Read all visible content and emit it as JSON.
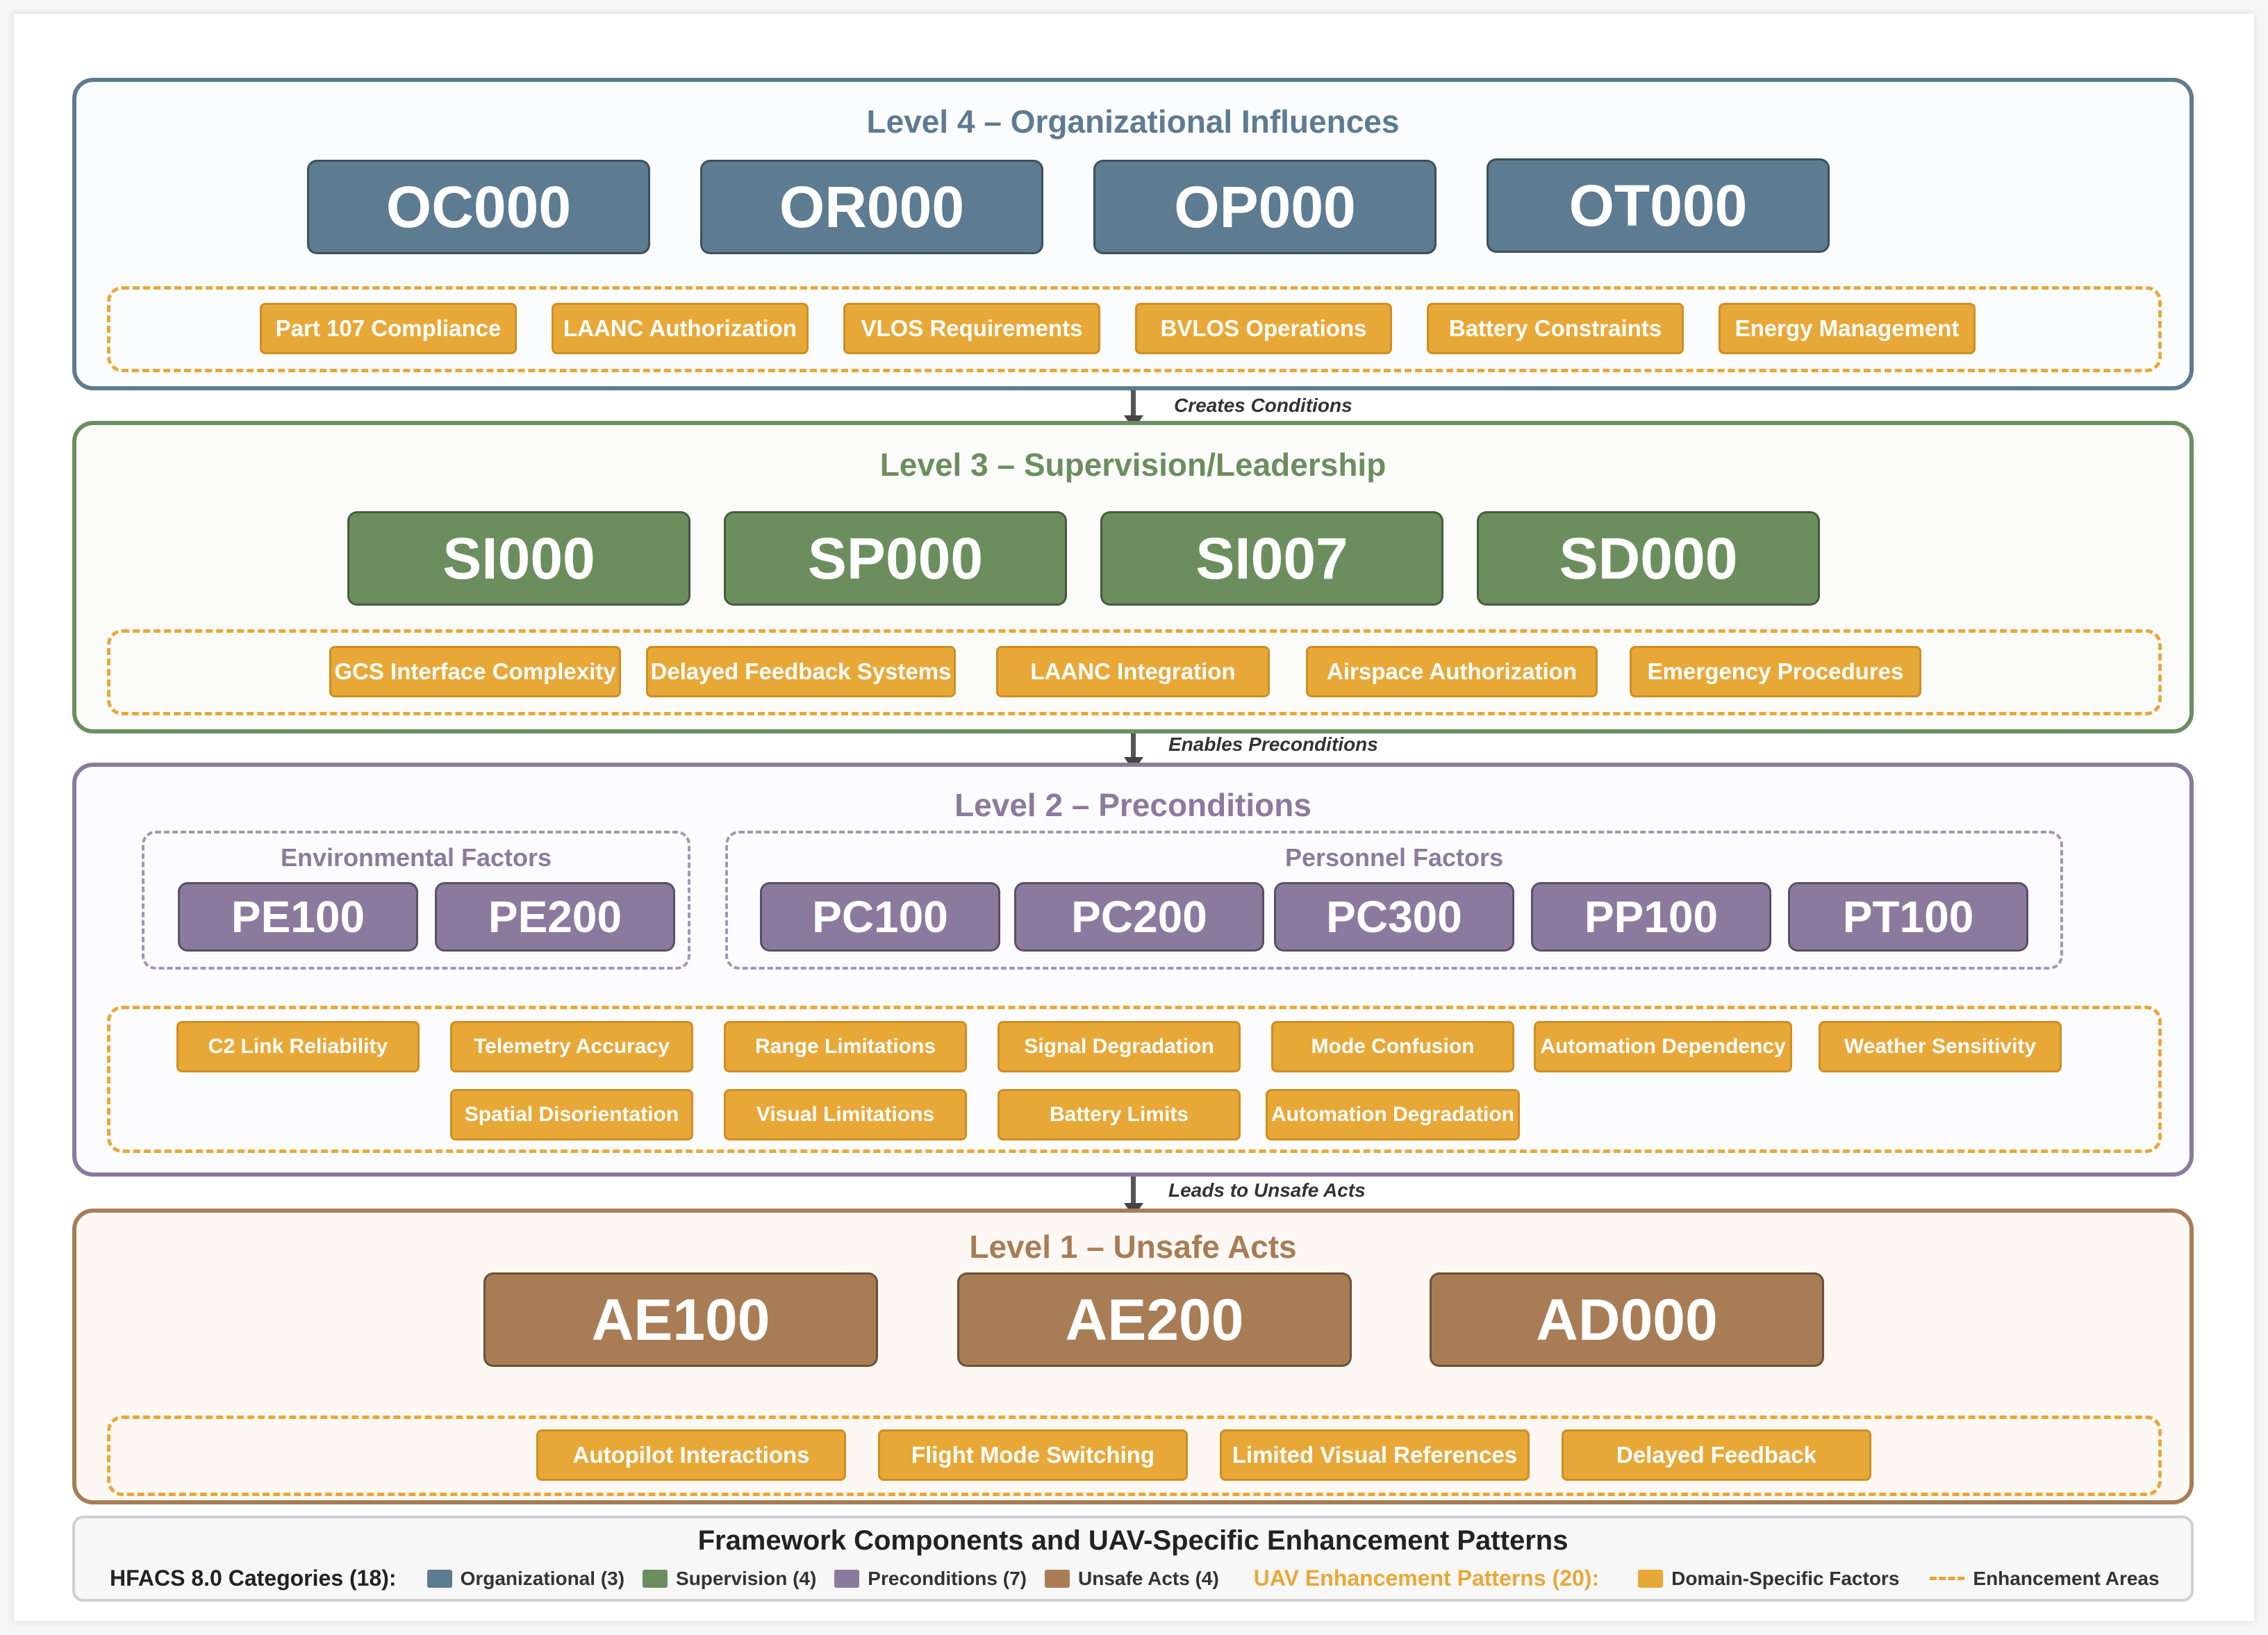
{
  "colors": {
    "organizational": "#5d7b91",
    "supervision": "#6c8e5e",
    "preconditions": "#8c7a9e",
    "unsafe_acts": "#a87d56",
    "enhancement": "#e8a838"
  },
  "level4": {
    "title": "Level 4 – Organizational Influences",
    "codes": [
      "OC000",
      "OR000",
      "OP000",
      "OT000"
    ],
    "patterns": [
      "Part 107 Compliance",
      "LAANC Authorization",
      "VLOS Requirements",
      "BVLOS Operations",
      "Battery Constraints",
      "Energy Management"
    ]
  },
  "arrow1": "Creates Conditions",
  "level3": {
    "title": "Level 3 – Supervision/Leadership",
    "codes": [
      "SI000",
      "SP000",
      "SI007",
      "SD000"
    ],
    "patterns": [
      "GCS Interface Complexity",
      "Delayed Feedback Systems",
      "LAANC Integration",
      "Airspace Authorization",
      "Emergency Procedures"
    ]
  },
  "arrow2": "Enables Preconditions",
  "level2": {
    "title": "Level 2 – Preconditions",
    "env_title": "Environmental Factors",
    "env_codes": [
      "PE100",
      "PE200"
    ],
    "pers_title": "Personnel Factors",
    "pers_codes": [
      "PC100",
      "PC200",
      "PC300",
      "PP100",
      "PT100"
    ],
    "patterns_row1": [
      "C2 Link Reliability",
      "Telemetry Accuracy",
      "Range Limitations",
      "Signal Degradation",
      "Mode Confusion",
      "Automation Dependency",
      "Weather Sensitivity"
    ],
    "patterns_row2": [
      "Spatial Disorientation",
      "Visual Limitations",
      "Battery Limits",
      "Automation Degradation"
    ]
  },
  "arrow3": "Leads to Unsafe Acts",
  "level1": {
    "title": "Level 1 – Unsafe Acts",
    "codes": [
      "AE100",
      "AE200",
      "AD000"
    ],
    "patterns": [
      "Autopilot Interactions",
      "Flight Mode Switching",
      "Limited Visual References",
      "Delayed Feedback"
    ]
  },
  "legend": {
    "title": "Framework Components and UAV-Specific Enhancement Patterns",
    "hfacs_label": "HFACS 8.0 Categories (18):",
    "organizational": "Organizational (3)",
    "supervision": "Supervision (4)",
    "preconditions": "Preconditions (7)",
    "unsafe_acts": "Unsafe Acts (4)",
    "uav_label": "UAV Enhancement Patterns (20):",
    "domain_factors": "Domain-Specific Factors",
    "enhancement_areas": "Enhancement Areas"
  }
}
